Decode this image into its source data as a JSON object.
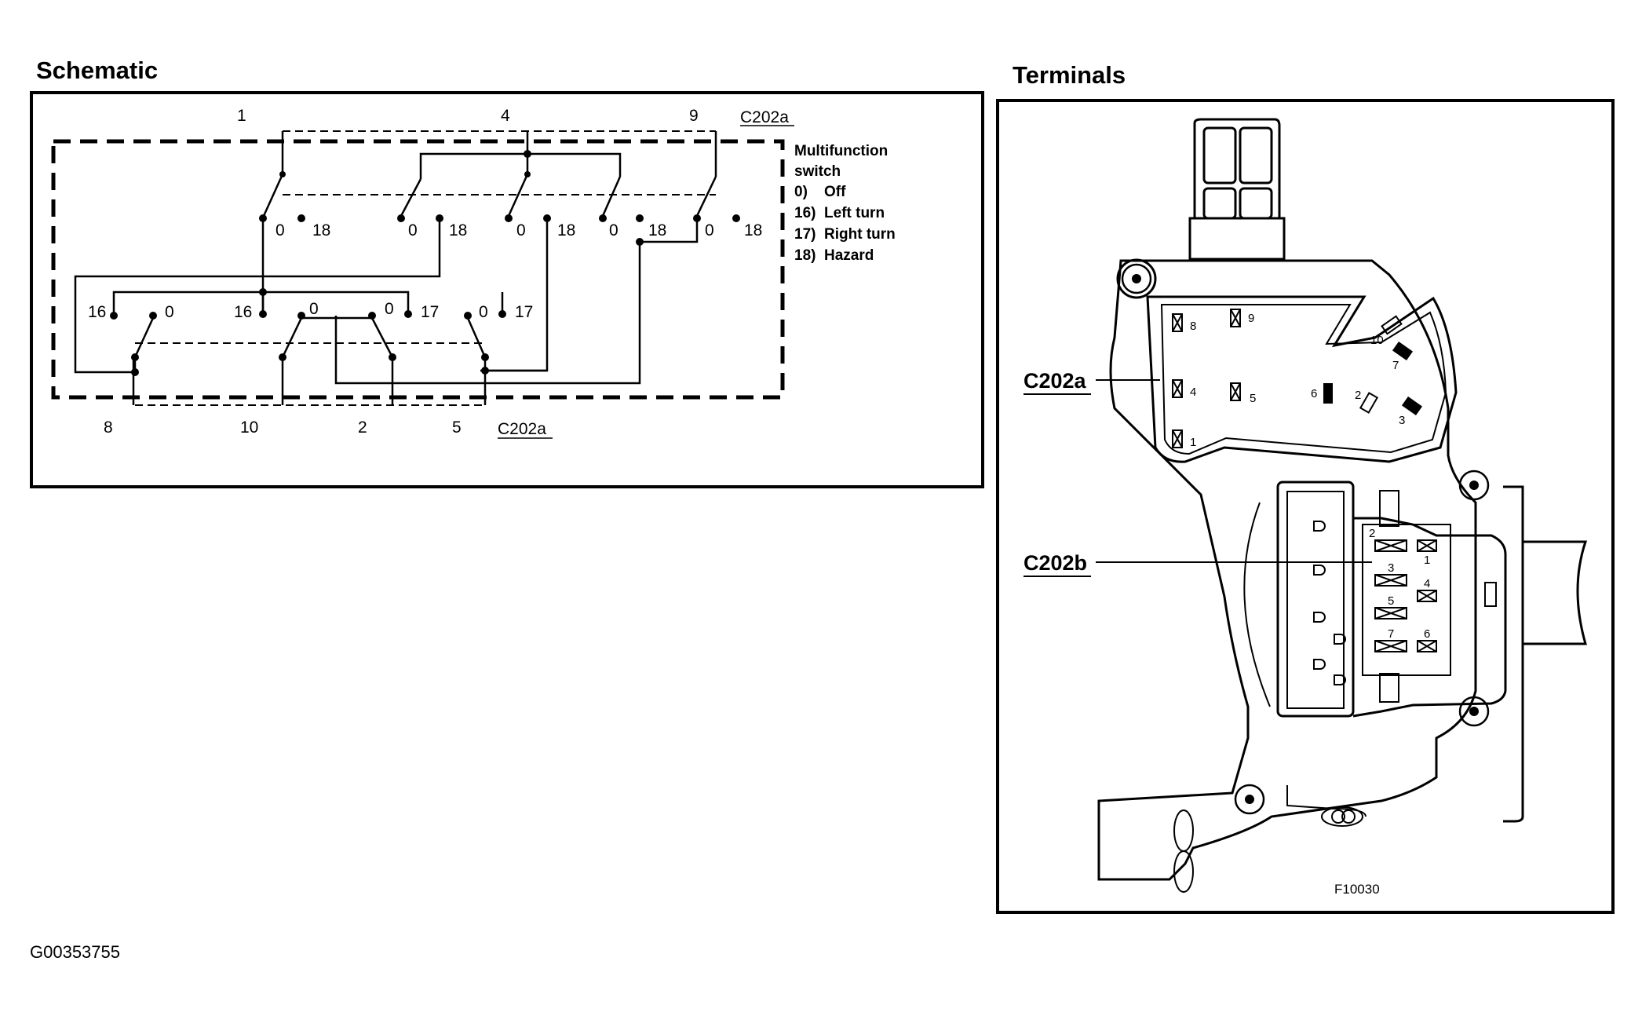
{
  "schematic": {
    "title": "Schematic",
    "top_pins": [
      "1",
      "4",
      "9"
    ],
    "top_connector": "C202a",
    "bottom_pins": [
      "8",
      "10",
      "2",
      "5"
    ],
    "bottom_connector": "C202a",
    "upper_contacts": [
      {
        "off": "0",
        "other": "18"
      },
      {
        "off": "0",
        "other": "18"
      },
      {
        "off": "0",
        "other": "18"
      },
      {
        "off": "0",
        "other": "18"
      },
      {
        "off": "0",
        "other": "18"
      }
    ],
    "lower_contacts": [
      "16",
      "0",
      "16",
      "0",
      "0",
      "17",
      "0",
      "17"
    ],
    "legend": {
      "heading_line1": "Multifunction",
      "heading_line2": "switch",
      "items": [
        "0)    Off",
        "16)  Left turn",
        "17)  Right turn",
        "18)  Hazard"
      ]
    }
  },
  "terminals": {
    "title": "Terminals",
    "connector_a": {
      "label": "C202a",
      "pins": [
        "8",
        "9",
        "10",
        "7",
        "4",
        "5",
        "6",
        "2",
        "3",
        "1"
      ]
    },
    "connector_b": {
      "label": "C202b",
      "pins": [
        "2",
        "1",
        "3",
        "4",
        "5",
        "7",
        "6"
      ]
    },
    "figure_id": "F10030"
  },
  "footer": {
    "image_id": "G00353755"
  }
}
